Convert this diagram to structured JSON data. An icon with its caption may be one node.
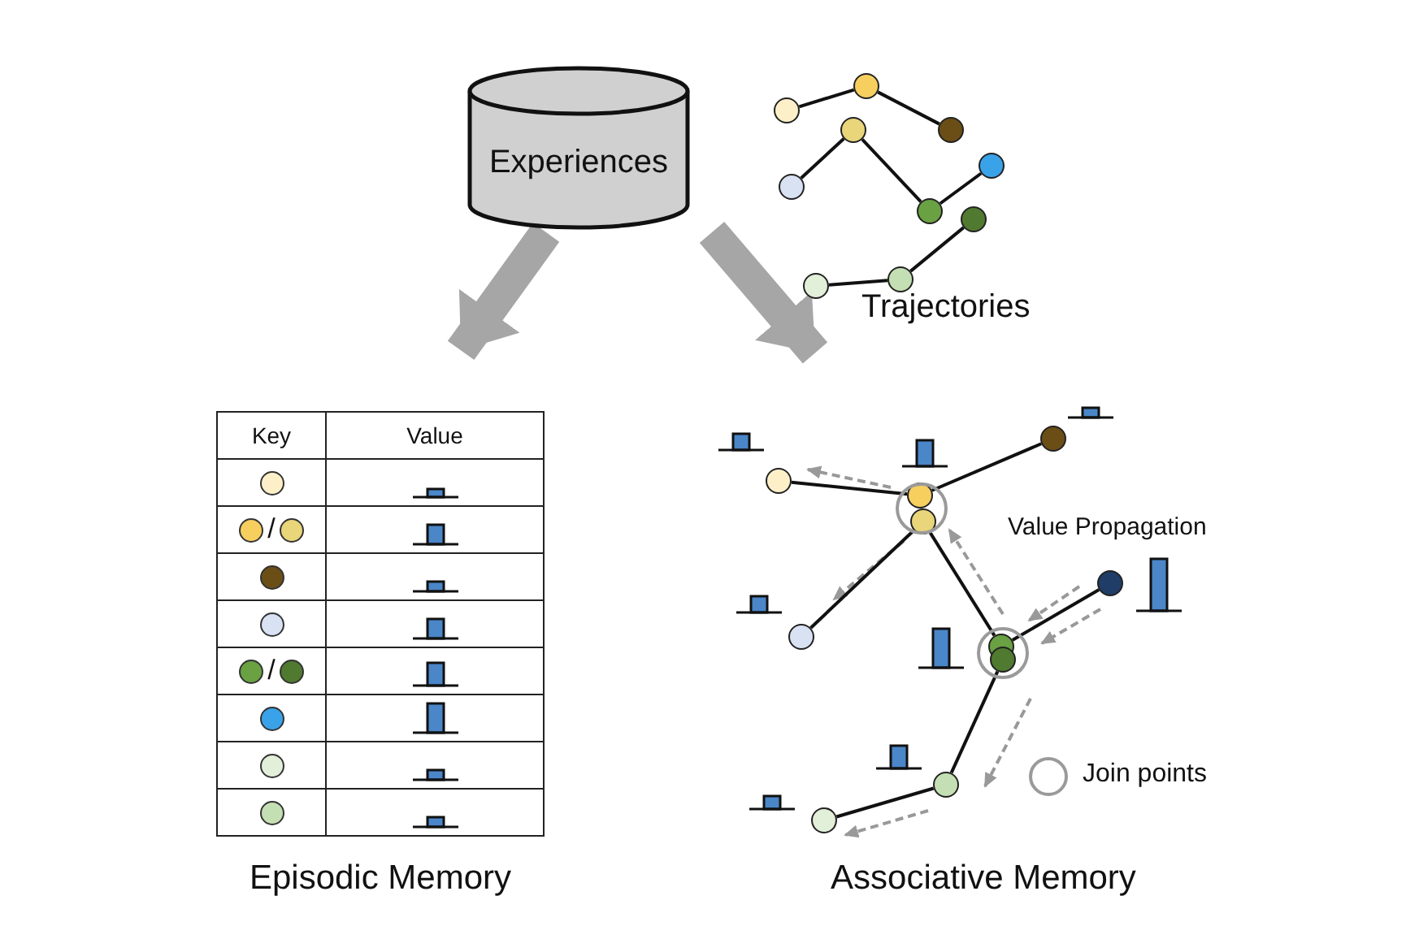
{
  "diagram": {
    "nodes": [
      {
        "text": [
          "Experiences"
        ]
      },
      {
        "text": [],
        "shape": "circle"
      },
      {
        "text": [],
        "shape": "circle"
      },
      {
        "text": [],
        "shape": "circle"
      },
      {
        "text": [],
        "shape": "circle"
      },
      {
        "text": [],
        "shape": "circle"
      },
      {
        "text": [],
        "shape": "circle"
      },
      {
        "text": [],
        "shape": "circle"
      },
      {
        "text": [],
        "shape": "circle"
      },
      {
        "text": [],
        "shape": "circle"
      },
      {
        "text": [],
        "shape": "circle"
      },
      {
        "text": [
          "Episodic Memory"
        ]
      },
      {
        "text": [
          "Associative Memory"
        ]
      },
      {
        "text": [],
        "shape": "circle",
        "in": 12
      },
      {
        "text": [],
        "shape": "circle",
        "in": 12
      },
      {
        "text": [],
        "shape": "circle",
        "in": 12
      },
      {
        "text": [],
        "shape": "circle",
        "in": 12
      },
      {
        "text": [],
        "shape": "circle",
        "in": 12
      },
      {
        "text": [],
        "shape": "circle",
        "in": 12
      },
      {
        "text": [],
        "shape": "circle",
        "in": 12
      },
      {
        "text": [],
        "shape": "circle",
        "in": 12
      },
      {
        "text": [],
        "shape": "circle",
        "in": 12
      },
      {
        "text": [],
        "shape": "circle",
        "in": 12
      }
    ],
    "edges": [
      {
        "from": 1,
        "to": 2,
        "arrow": "none"
      },
      {
        "from": 2,
        "to": 3,
        "arrow": "none"
      },
      {
        "from": 4,
        "to": 5,
        "arrow": "none"
      },
      {
        "from": 5,
        "to": 6,
        "arrow": "none"
      },
      {
        "from": 6,
        "to": 7,
        "arrow": "none"
      },
      {
        "from": 8,
        "to": 9,
        "arrow": "none"
      },
      {
        "from": 9,
        "to": 10,
        "arrow": "none"
      },
      {
        "from": 0,
        "to": 11,
        "arrow": "to",
        "style": "thick",
        "color": "#a6a6a6"
      },
      {
        "from": 0,
        "to": 12,
        "arrow": "to",
        "style": "thick",
        "color": "#a6a6a6"
      },
      {
        "from": 13,
        "to": 14,
        "arrow": "none"
      },
      {
        "from": 14,
        "to": 16,
        "arrow": "none"
      },
      {
        "from": 17,
        "to": 15,
        "arrow": "none"
      },
      {
        "from": 15,
        "to": 18,
        "arrow": "none"
      },
      {
        "from": 18,
        "to": 20,
        "arrow": "none"
      },
      {
        "from": 19,
        "to": 21,
        "arrow": "none"
      },
      {
        "from": 21,
        "to": 22,
        "arrow": "none"
      }
    ],
    "labels": [
      "Trajectories",
      "Key",
      "Value",
      "/",
      "/",
      "Value Propagation"
    ],
    "legend": [
      {
        "text": "Join points"
      }
    ]
  }
}
